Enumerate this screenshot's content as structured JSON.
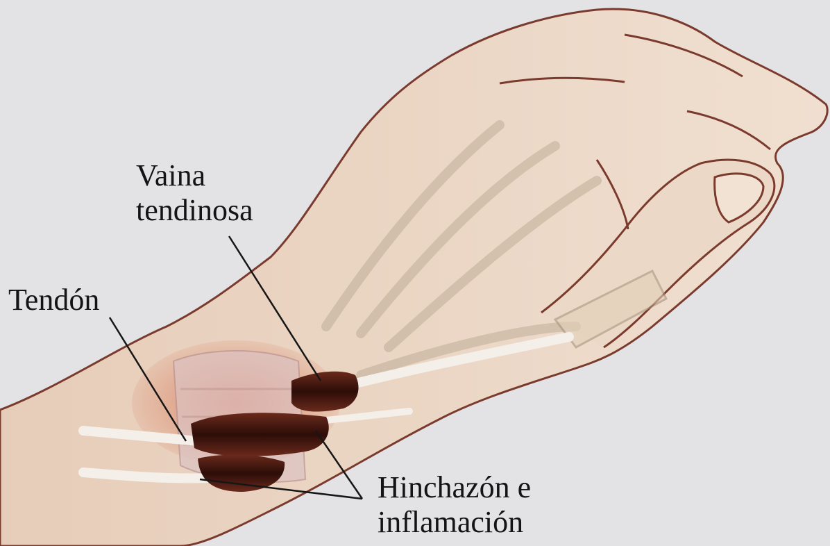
{
  "labels": {
    "sheath": {
      "line1": "Vaina",
      "line2": "tendinosa"
    },
    "tendon": "Tendón",
    "swelling": {
      "line1": "Hinchazón e",
      "line2": "inflamación"
    }
  },
  "colors": {
    "background": "#e3e3e5",
    "skin": "#efdccb",
    "skin_outline": "#7a3b2e",
    "bone": "#e6d6bf",
    "inflamed_sheath": "#4a1a12",
    "tendon_white": "#f4efe9",
    "leader_line": "#161616"
  }
}
